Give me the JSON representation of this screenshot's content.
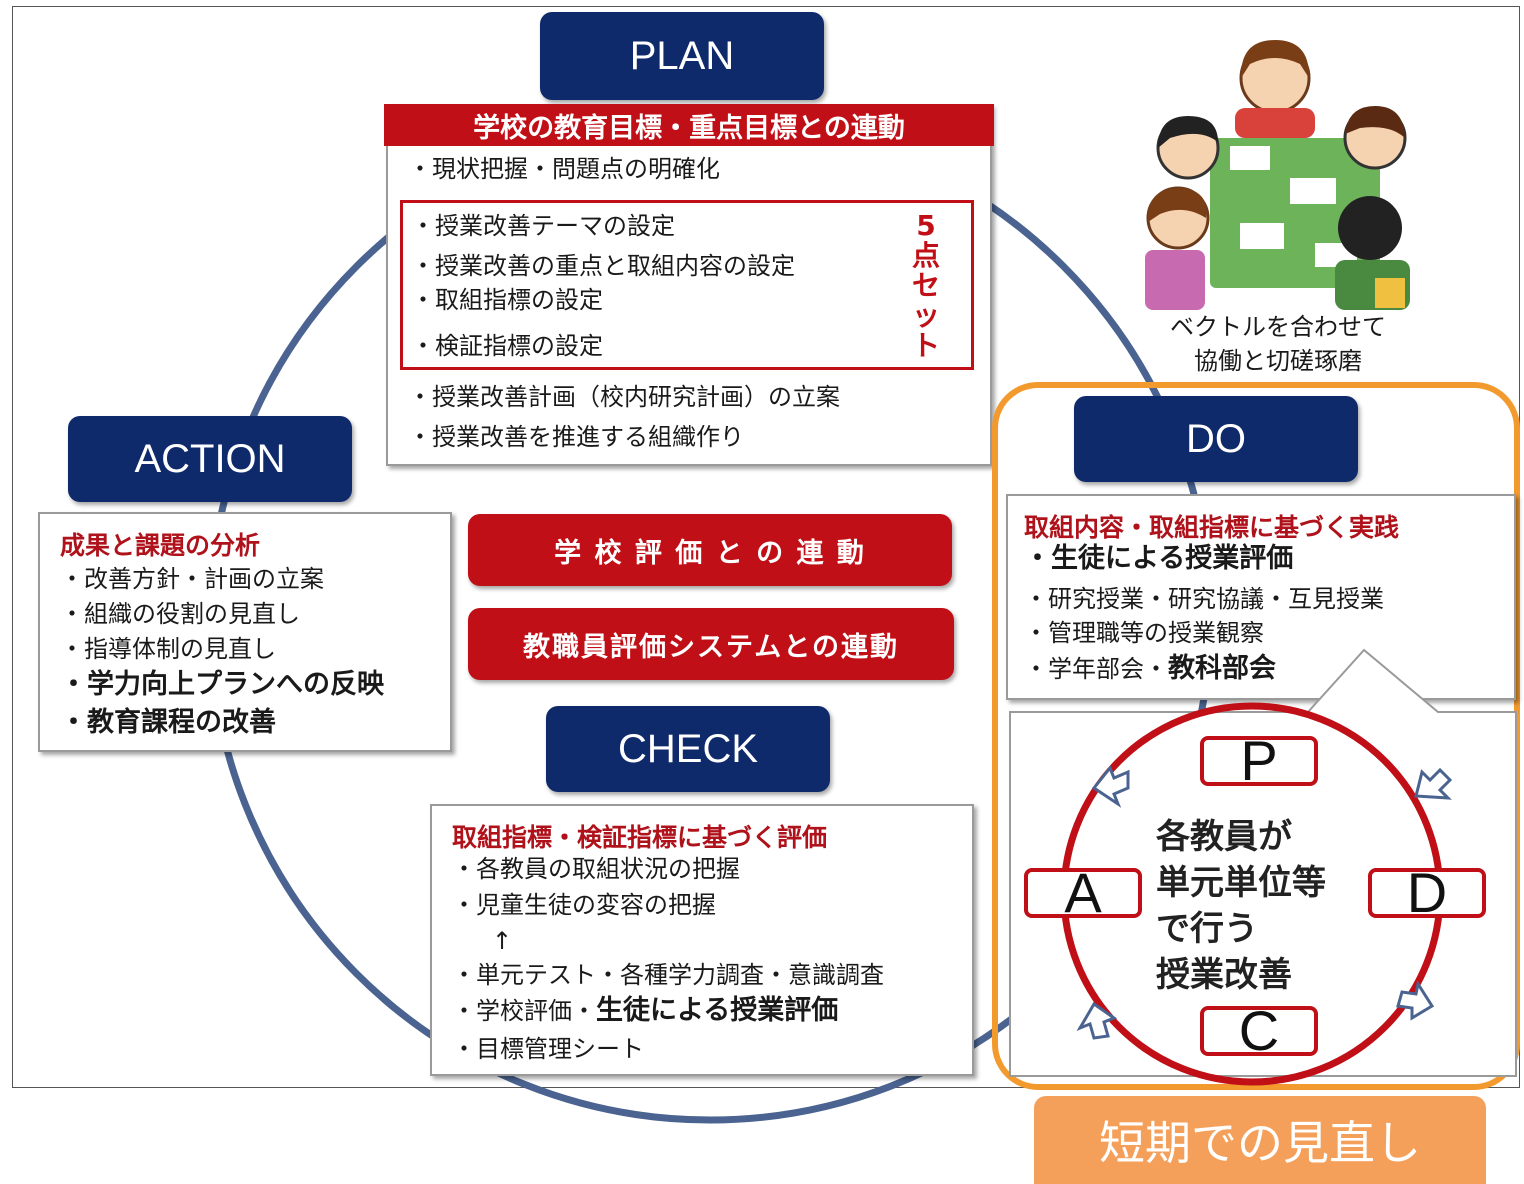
{
  "plan": {
    "label": "PLAN",
    "header": "学校の教育目標・重点目標との連動",
    "line1": "・現状把握・問題点の明確化",
    "set_items": [
      "・授業改善テーマの設定",
      "・授業改善の重点と取組内容の設定",
      "・取組指標の設定",
      "・検証指標の設定"
    ],
    "set_label": "5点セット",
    "line_after1": "・授業改善計画（校内研究計画）の立案",
    "line_after2": "・授業改善を推進する組織作り"
  },
  "action": {
    "label": "ACTION",
    "header": "成果と課題の分析",
    "items": [
      "・改善方針・計画の立案",
      "・組織の役割の見直し",
      "・指導体制の見直し"
    ],
    "bold_items": [
      "・学力向上プランへの反映",
      "・教育課程の改善"
    ]
  },
  "center": {
    "button1": "学 校 評 価 と の 連 動",
    "button2": "教職員評価システムとの連動"
  },
  "check": {
    "label": "CHECK",
    "header": "取組指標・検証指標に基づく評価",
    "items": [
      "・各教員の取組状況の把握",
      "・児童生徒の変容の把握",
      "↑",
      "・単元テスト・各種学力調査・意識調査"
    ],
    "last_line_prefix": "・学校評価・",
    "last_line_bold": "生徒による授業評価",
    "final_item": "・目標管理シート"
  },
  "do": {
    "label": "DO",
    "header": "取組内容・取組指標に基づく実践",
    "bold_item": "・生徒による授業評価",
    "items": [
      "・研究授業・研究協議・互見授業",
      "・管理職等の授業観察"
    ],
    "last_prefix": "・学年部会・",
    "last_bold": "教科部会"
  },
  "illustration": {
    "caption_line1": "ベクトルを合わせて",
    "caption_line2": "協働と切磋琢磨"
  },
  "cycle": {
    "p": "P",
    "d": "D",
    "c": "C",
    "a": "A",
    "center_lines": [
      "各教員が",
      "単元単位等",
      "で行う",
      "授業改善"
    ]
  },
  "footer": {
    "label": "短期での見直し"
  },
  "colors": {
    "navy": "#0f2a6b",
    "red": "#c00f16",
    "orange": "#f29a2e",
    "footer_orange": "#f5a05a"
  }
}
